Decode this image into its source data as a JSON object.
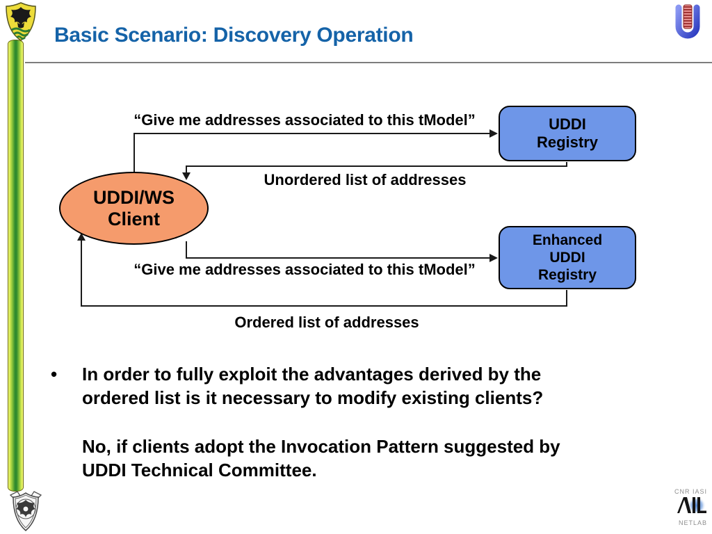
{
  "header": {
    "title": "Basic Scenario: Discovery Operation"
  },
  "diagram": {
    "request_top_label": "“Give me addresses associated to this tModel”",
    "response_top_label": "Unordered list of addresses",
    "request_bottom_label": "“Give me addresses associated to this tModel”",
    "response_bottom_label": "Ordered list of addresses",
    "client": {
      "line1": "UDDI/WS",
      "line2": "Client"
    },
    "registry": {
      "line1": "UDDI",
      "line2": "Registry"
    },
    "enhanced_registry": {
      "line1": "Enhanced",
      "line2": "UDDI",
      "line3": "Registry"
    }
  },
  "body": {
    "bullet_glyph": "•",
    "question_line1": "In order to fully exploit the advantages derived by the",
    "question_line2": "ordered list is it necessary to modify existing clients?",
    "answer_line1": "No, if clients adopt the Invocation Pattern suggested by",
    "answer_line2": "UDDI Technical Committee."
  },
  "footer": {
    "org_name": "CNR IASI",
    "lab_name": "NETLAB"
  },
  "colors": {
    "title_blue": "#1563A8",
    "node_fill": "#6E96E8",
    "client_fill": "#F59B6C",
    "line_gray": "#7d7d7d"
  }
}
